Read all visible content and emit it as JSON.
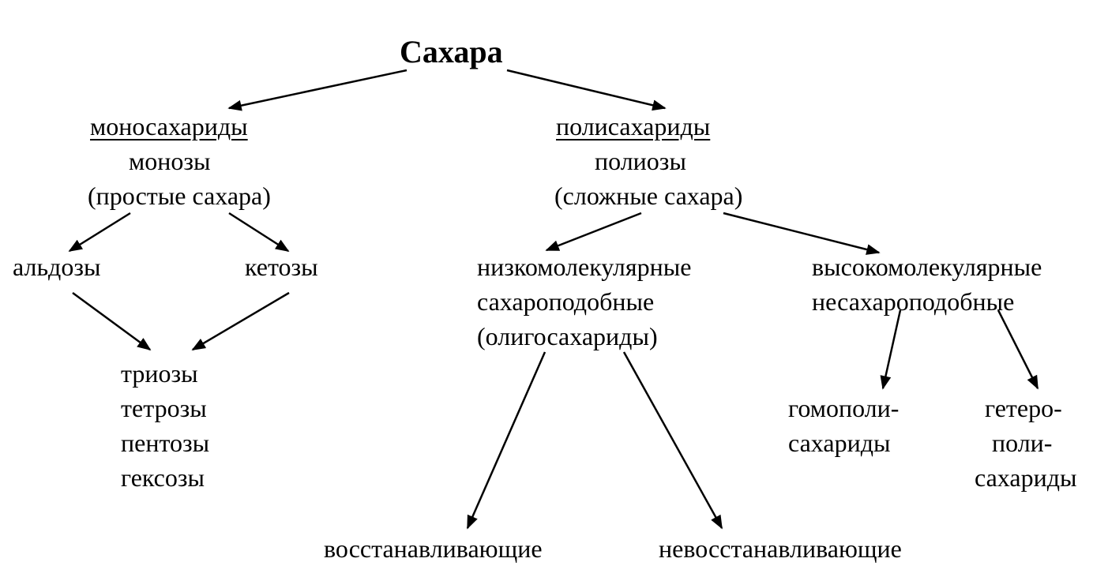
{
  "title": "Сахара",
  "mono": {
    "heading": "моносахариды",
    "alt_name": "монозы",
    "desc": "(простые сахара)",
    "aldoses": "альдозы",
    "ketoses": "кетозы",
    "subtypes": [
      "триозы",
      "тетрозы",
      "пентозы",
      "гексозы"
    ]
  },
  "poly": {
    "heading": "полисахариды",
    "alt_name": "полиозы",
    "desc": "(сложные сахара)",
    "low": [
      "низкомолекулярные",
      "сахароподобные",
      "(олигосахариды)"
    ],
    "high": [
      "высокомолекулярные",
      "несахароподобные"
    ],
    "reducing": "восстанавливающие",
    "nonreducing": "невосстанавливающие",
    "homo": [
      "гомополи-",
      "сахариды"
    ],
    "hetero": [
      "гетеро-",
      "поли-",
      "сахариды"
    ]
  }
}
